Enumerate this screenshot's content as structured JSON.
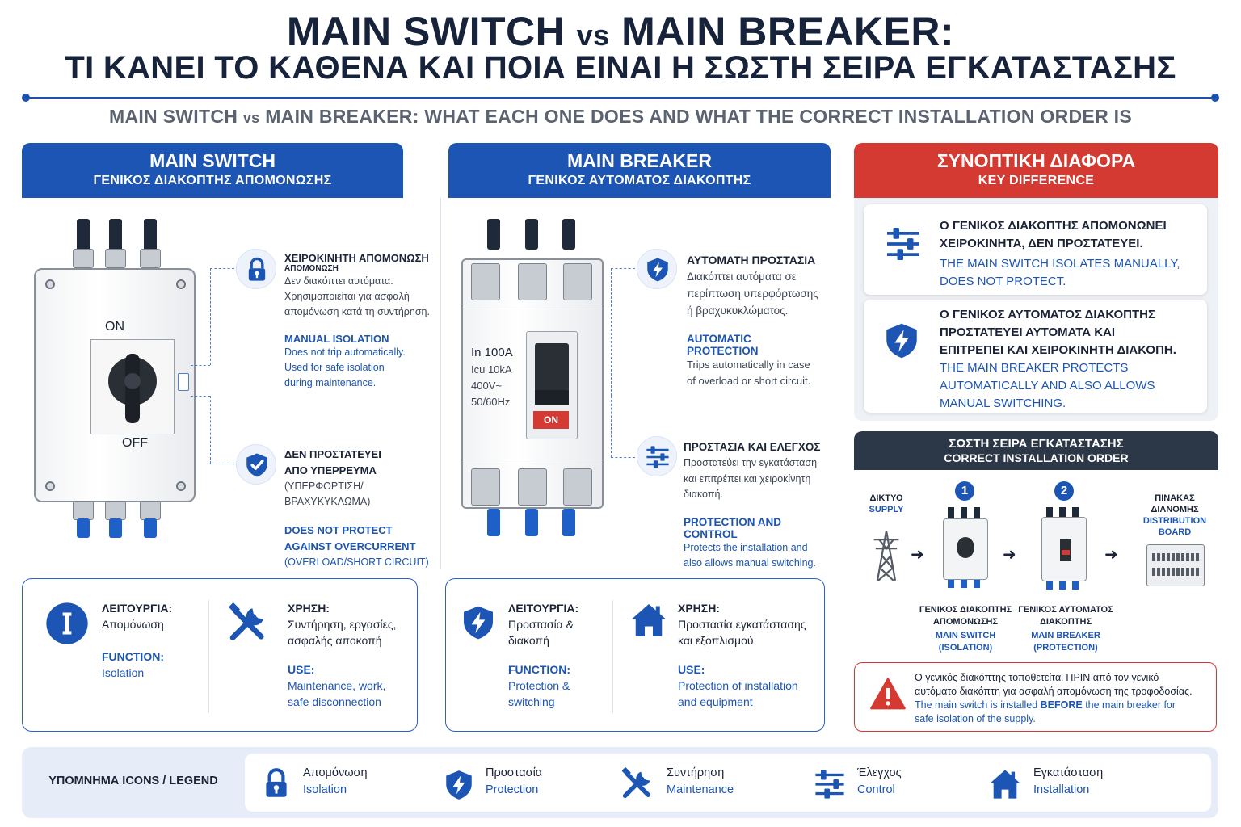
{
  "header": {
    "title_a": "MAIN SWITCH",
    "title_vs": "vs",
    "title_b": "MAIN BREAKER:",
    "title_greek": "ΤΙ ΚΑΝΕΙ ΤΟ ΚΑΘΕΝΑ ΚΑΙ ΠΟΙΑ ΕΙΝΑΙ Η ΣΩΣΤΗ ΣΕΙΡΑ ΕΓΚΑΤΑΣΤΑΣΗΣ",
    "subtitle_a": "MAIN SWITCH",
    "subtitle_vs": "vs",
    "subtitle_b": "MAIN BREAKER: WHAT EACH ONE DOES AND WHAT THE CORRECT INSTALLATION ORDER IS"
  },
  "main_switch": {
    "title": "MAIN SWITCH",
    "subtitle": "ΓΕΝΙΚΟΣ ΔΙΑΚΟΠΤΗΣ ΑΠΟΜΟΝΩΣΗΣ",
    "on_label": "ON",
    "off_label": "OFF",
    "features": [
      {
        "icon": "lock-icon",
        "gr_title": "ΧΕΙΡΟΚΙΝΗΤΗ ΑΠΟΜΟΝΩΣΗ",
        "gr_title2": "ΑΠΟΜΟΝΩΣΗ",
        "gr_desc": [
          "Δεν διακόπτει αυτόματα.",
          "Χρησιμοποιείται για ασφαλή",
          "απομόνωση κατά τη συντήρηση."
        ],
        "en_title": "MANUAL ISOLATION",
        "en_desc": [
          "Does not trip automatically.",
          "Used for safe isolation",
          "during maintenance."
        ]
      },
      {
        "icon": "shield-check-icon",
        "gr_title": "ΔΕΝ ΠΡΟΣΤΑΤΕΥΕΙ",
        "gr_title2": "ΑΠΟ ΥΠΕΡΡΕΥΜΑ",
        "gr_desc": [
          "(ΥΠΕΡΦΟΡΤΙΣΗ/ΒΡΑΧΥΚΥΚΛΩΜΑ)"
        ],
        "en_title": "DOES NOT PROTECT",
        "en_title2": "AGAINST OVERCURRENT",
        "en_desc": [
          "(OVERLOAD/SHORT CIRCUIT)"
        ]
      }
    ],
    "function_box": {
      "function_gr_label": "ΛΕΙΤΟΥΡΓΙΑ:",
      "function_gr_value": "Απομόνωση",
      "function_en_label": "FUNCTION:",
      "function_en_value": "Isolation",
      "use_gr_label": "ΧΡΗΣΗ:",
      "use_gr_value": [
        "Συντήρηση, εργασίες,",
        "ασφαλής αποκοπή"
      ],
      "use_en_label": "USE:",
      "use_en_value": [
        "Maintenance, work,",
        "safe disconnection"
      ]
    }
  },
  "main_breaker": {
    "title": "MAIN BREAKER",
    "subtitle": "ΓΕΝΙΚΟΣ ΑΥΤΟΜΑΤΟΣ ΔΙΑΚΟΠΤΗΣ",
    "rating": [
      "In 100A",
      "Icu 10kA",
      "400V~",
      "50/60Hz"
    ],
    "on_label": "ON",
    "features": [
      {
        "icon": "shield-bolt-icon",
        "gr_title": "ΑΥΤΟΜΑΤΗ ΠΡΟΣΤΑΣΙΑ",
        "gr_desc": [
          "Διακόπτει αυτόματα σε",
          "περίπτωση υπερφόρτωσης",
          "ή βραχυκυκλώματος."
        ],
        "en_title": "AUTOMATIC PROTECTION",
        "en_desc": [
          "Trips automatically in case",
          "of overload or short circuit."
        ]
      },
      {
        "icon": "sliders-icon",
        "gr_title": "ΠΡΟΣΤΑΣΙΑ ΚΑΙ ΕΛΕΓΧΟΣ",
        "gr_desc": [
          "Προστατεύει την εγκατάσταση",
          "και επιτρέπει και χειροκίνητη",
          "διακοπή."
        ],
        "en_title": "PROTECTION AND CONTROL",
        "en_desc": [
          "Protects the installation and",
          "also allows manual switching."
        ]
      }
    ],
    "function_box": {
      "function_gr_label": "ΛΕΙΤΟΥΡΓΙΑ:",
      "function_gr_value": [
        "Προστασία &",
        "διακοπή"
      ],
      "function_en_label": "FUNCTION:",
      "function_en_value": [
        "Protection &",
        "switching"
      ],
      "use_gr_label": "ΧΡΗΣΗ:",
      "use_gr_value": [
        "Προστασία εγκατάστασης",
        "και εξοπλισμού"
      ],
      "use_en_label": "USE:",
      "use_en_value": [
        "Protection of installation",
        "and equipment"
      ]
    }
  },
  "key_difference": {
    "title": "ΣΥΝΟΠΤΙΚΗ ΔΙΑΦΟΡΑ",
    "subtitle": "KEY DIFFERENCE",
    "cards": [
      {
        "icon": "sliders-icon",
        "gr": [
          "Ο ΓΕΝΙΚΟΣ ΔΙΑΚΟΠΤΗΣ ΑΠΟΜΟΝΩΝΕΙ",
          "ΧΕΙΡΟΚΙΝΗΤΑ, ΔΕΝ ΠΡΟΣΤΑΤΕΥΕΙ."
        ],
        "en": [
          "THE MAIN SWITCH ISOLATES MANUALLY,",
          "DOES NOT PROTECT."
        ]
      },
      {
        "icon": "shield-bolt-icon",
        "gr": [
          "Ο ΓΕΝΙΚΟΣ ΑΥΤΟΜΑΤΟΣ ΔΙΑΚΟΠΤΗΣ",
          "ΠΡΟΣΤΑΤΕΥΕΙ ΑΥΤΟΜΑΤΑ ΚΑΙ",
          "ΕΠΙΤΡΕΠΕΙ ΚΑΙ ΧΕΙΡΟΚΙΝΗΤΗ ΔΙΑΚΟΠΗ."
        ],
        "en": [
          "THE MAIN BREAKER PROTECTS",
          "AUTOMATICALLY AND ALSO ALLOWS",
          "MANUAL SWITCHING."
        ]
      }
    ]
  },
  "install_order": {
    "title": "ΣΩΣΤΗ ΣΕΙΡΑ ΕΓΚΑΤΑΣΤΑΣΗΣ",
    "subtitle": "CORRECT INSTALLATION ORDER",
    "supply_gr": "ΔΙΚΤΥΟ",
    "supply_en": "SUPPLY",
    "step1_num": "1",
    "step2_num": "2",
    "step1_gr": [
      "ΓΕΝΙΚΟΣ ΔΙΑΚΟΠΤΗΣ",
      "ΑΠΟΜΟΝΩΣΗΣ"
    ],
    "step1_en": [
      "MAIN SWITCH",
      "(ISOLATION)"
    ],
    "step2_gr": [
      "ΓΕΝΙΚΟΣ ΑΥΤΟΜΑΤΟΣ",
      "ΔΙΑΚΟΠΤΗΣ"
    ],
    "step2_en": [
      "MAIN BREAKER",
      "(PROTECTION)"
    ],
    "board_gr": [
      "ΠΙΝΑΚΑΣ",
      "ΔΙΑΝΟΜΗΣ"
    ],
    "board_en": [
      "DISTRIBUTION",
      "BOARD"
    ],
    "arrow": "➜",
    "warning_gr": [
      "Ο γενικός διακόπτης τοποθετείται ΠΡΙΝ από τον γενικό",
      "αυτόματο διακόπτη για ασφαλή απομόνωση της τροφοδοσίας."
    ],
    "warning_en_a": "The main switch is installed ",
    "warning_en_b": "BEFORE",
    "warning_en_c": " the main breaker for",
    "warning_en_d": "safe isolation of the supply."
  },
  "legend": {
    "title": "ΥΠΟΜΝΗΜΑ ICONS / LEGEND",
    "items": [
      {
        "icon": "lock-icon",
        "gr": "Απομόνωση",
        "en": "Isolation"
      },
      {
        "icon": "shield-bolt-icon",
        "gr": "Προστασία",
        "en": "Protection"
      },
      {
        "icon": "tools-icon",
        "gr": "Συντήρηση",
        "en": "Maintenance"
      },
      {
        "icon": "sliders-icon",
        "gr": "Έλεγχος",
        "en": "Control"
      },
      {
        "icon": "house-icon",
        "gr": "Εγκατάσταση",
        "en": "Installation"
      }
    ]
  },
  "colors": {
    "primary_blue": "#1c55b3",
    "accent_red": "#d43a32",
    "navy": "#2c3747",
    "title_dark": "#17223b"
  }
}
